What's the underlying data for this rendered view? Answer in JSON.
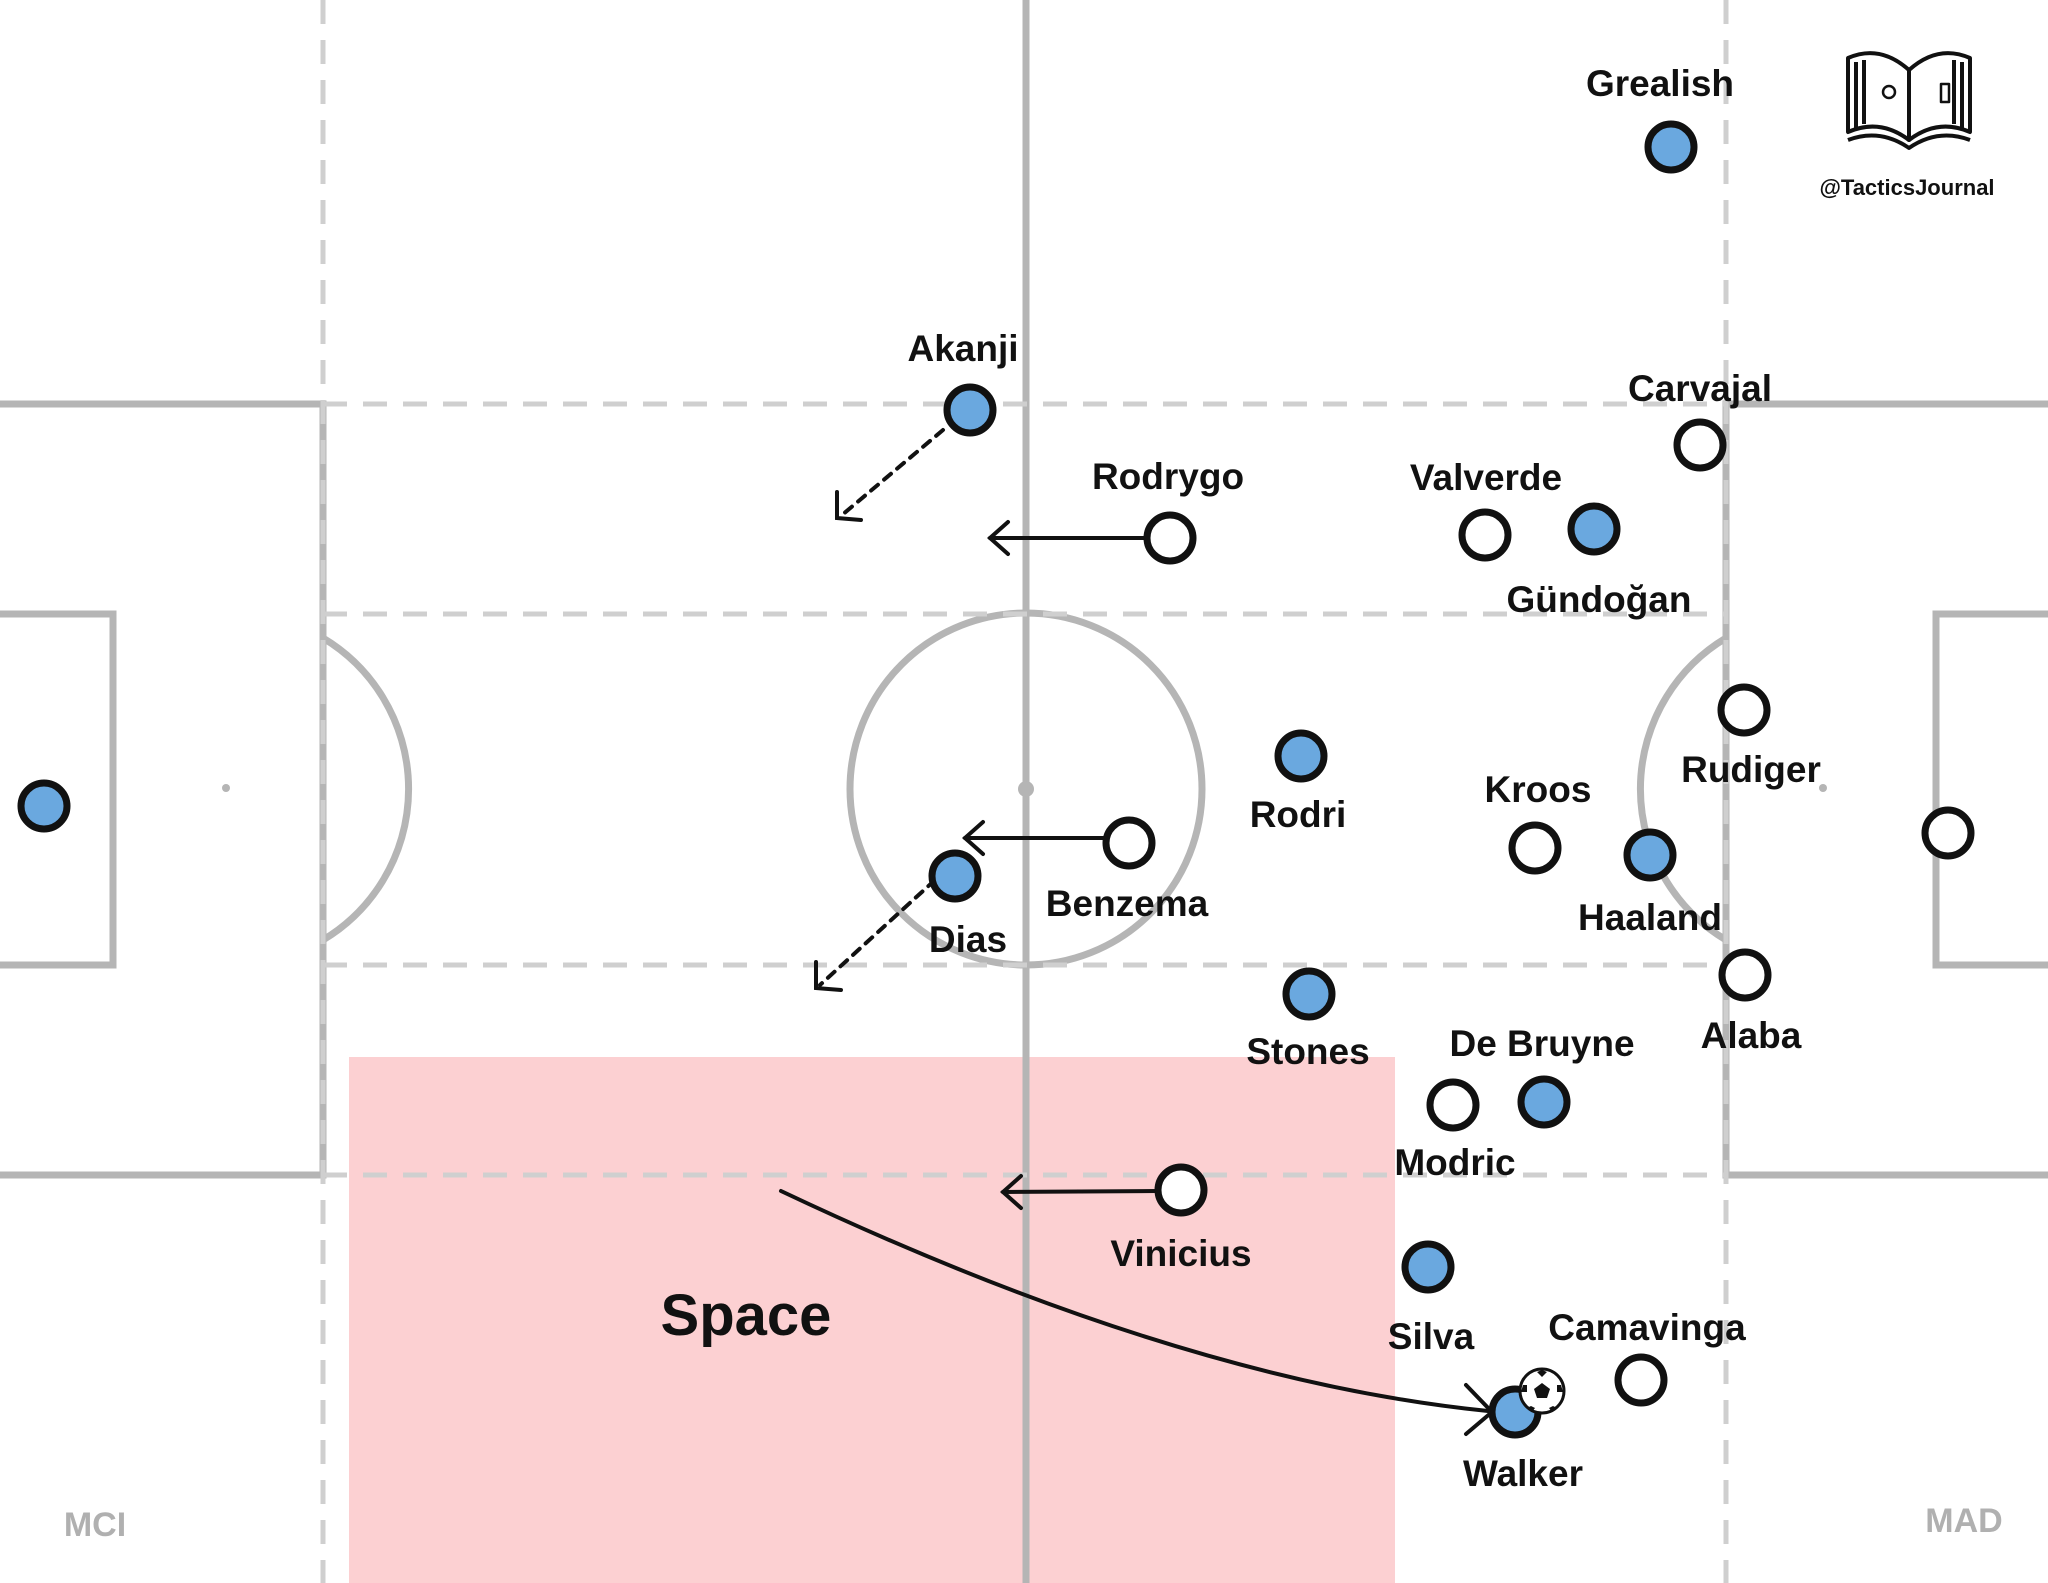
{
  "colors": {
    "home": "#6aa8df",
    "away": "#ffffff",
    "outline": "#111111",
    "space": "#f9a9ad",
    "pitch_line": "#b5b5b5"
  },
  "watermark": {
    "handle": "@TacticsJournal",
    "icon": "open-book-icon"
  },
  "teams": {
    "left": "MCI",
    "right": "MAD"
  },
  "space_label": "Space",
  "players": {
    "home": [
      {
        "id": "gk",
        "name": ""
      },
      {
        "id": "akanji",
        "name": "Akanji"
      },
      {
        "id": "dias",
        "name": "Dias"
      },
      {
        "id": "stones",
        "name": "Stones"
      },
      {
        "id": "walker",
        "name": "Walker"
      },
      {
        "id": "rodri",
        "name": "Rodri"
      },
      {
        "id": "gundogan",
        "name": "Gündoğan"
      },
      {
        "id": "debruyne",
        "name": "De Bruyne"
      },
      {
        "id": "silva",
        "name": "Silva"
      },
      {
        "id": "haaland",
        "name": "Haaland"
      },
      {
        "id": "grealish",
        "name": "Grealish"
      }
    ],
    "away": [
      {
        "id": "gk",
        "name": ""
      },
      {
        "id": "carvajal",
        "name": "Carvajal"
      },
      {
        "id": "rudiger",
        "name": "Rudiger"
      },
      {
        "id": "alaba",
        "name": "Alaba"
      },
      {
        "id": "camavinga",
        "name": "Camavinga"
      },
      {
        "id": "valverde",
        "name": "Valverde"
      },
      {
        "id": "kroos",
        "name": "Kroos"
      },
      {
        "id": "modric",
        "name": "Modric"
      },
      {
        "id": "rodrygo",
        "name": "Rodrygo"
      },
      {
        "id": "benzema",
        "name": "Benzema"
      },
      {
        "id": "vinicius",
        "name": "Vinicius"
      }
    ]
  },
  "ball_carrier": "walker"
}
